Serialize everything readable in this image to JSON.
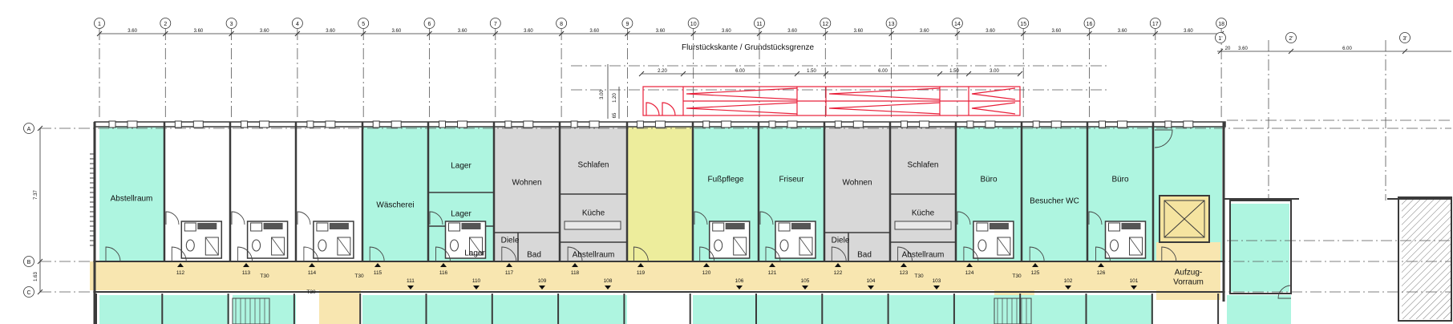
{
  "title": "Flurstückskante / Grundstücksgrenze",
  "grid_columns": [
    "1",
    "2",
    "3",
    "4",
    "5",
    "6",
    "7",
    "8",
    "9",
    "10",
    "11",
    "12",
    "13",
    "14",
    "15",
    "16",
    "17",
    "18"
  ],
  "grid_spacing_labels": [
    "3.60",
    "3.60",
    "3.60",
    "3.60",
    "3.60",
    "3.60",
    "3.60",
    "3.60",
    "3.60",
    "3.60",
    "3.60",
    "3.60",
    "3.60",
    "3.60",
    "3.60",
    "3.60",
    "3.60"
  ],
  "secondary_grid": {
    "columns": [
      "1'",
      "2'",
      "3'"
    ],
    "spacing_labels": [
      "20",
      "3.60",
      "6.00"
    ]
  },
  "grid_rows": [
    "A",
    "B",
    "C"
  ],
  "row_dimensions": [
    "7.37",
    "1.63"
  ],
  "stair_dimensions": [
    "2.20",
    "6.00",
    "1.50",
    "6.00",
    "1.50",
    "3.00"
  ],
  "stair_side_dimensions": [
    "3.00",
    "1.20",
    "65"
  ],
  "rooms": [
    {
      "label": "Abstellraum",
      "color": "#aef5e0"
    },
    {
      "label": "Wäscherei",
      "color": "#aef5e0"
    },
    {
      "label": "Lager",
      "color": "#aef5e0"
    },
    {
      "label": "Lager",
      "color": "#aef5e0"
    },
    {
      "label": "Lager",
      "color": "#aef5e0"
    },
    {
      "label": "Wohnen",
      "color": "#d8d8d8"
    },
    {
      "label": "Diele",
      "color": "#d8d8d8"
    },
    {
      "label": "Bad",
      "color": "#d8d8d8"
    },
    {
      "label": "Schlafen",
      "color": "#d8d8d8"
    },
    {
      "label": "Küche",
      "color": "#d8d8d8"
    },
    {
      "label": "Abstellraum",
      "color": "#d8d8d8"
    },
    {
      "label": "Fußpflege",
      "color": "#aef5e0"
    },
    {
      "label": "Friseur",
      "color": "#aef5e0"
    },
    {
      "label": "Wohnen",
      "color": "#d8d8d8"
    },
    {
      "label": "Diele",
      "color": "#d8d8d8"
    },
    {
      "label": "Bad",
      "color": "#d8d8d8"
    },
    {
      "label": "Schlafen",
      "color": "#d8d8d8"
    },
    {
      "label": "Küche",
      "color": "#d8d8d8"
    },
    {
      "label": "Abstellraum",
      "color": "#d8d8d8"
    },
    {
      "label": "Büro",
      "color": "#aef5e0"
    },
    {
      "label": "Besucher WC",
      "color": "#aef5e0"
    },
    {
      "label": "Büro",
      "color": "#aef5e0"
    },
    {
      "label": "Aufzug-\nVorraum",
      "color": "#f8e6b0"
    }
  ],
  "door_numbers_top": [
    "112",
    "113",
    "114",
    "115",
    "116",
    "117",
    "118",
    "119",
    "120",
    "121",
    "122",
    "123",
    "124",
    "125",
    "126"
  ],
  "door_numbers_bottom": [
    "111",
    "110",
    "109",
    "108",
    "106",
    "105",
    "104",
    "103",
    "102",
    "101"
  ],
  "fire_door_labels": [
    "T30",
    "T30",
    "T30",
    "T30",
    "T30"
  ],
  "colors": {
    "service_room": "#aef5e0",
    "apartment": "#d8d8d8",
    "corridor": "#f8e6b0",
    "stair_core": "#eded9c",
    "escape_stair": "#e8203a",
    "wall": "#3a3a3a",
    "line": "#333333"
  }
}
